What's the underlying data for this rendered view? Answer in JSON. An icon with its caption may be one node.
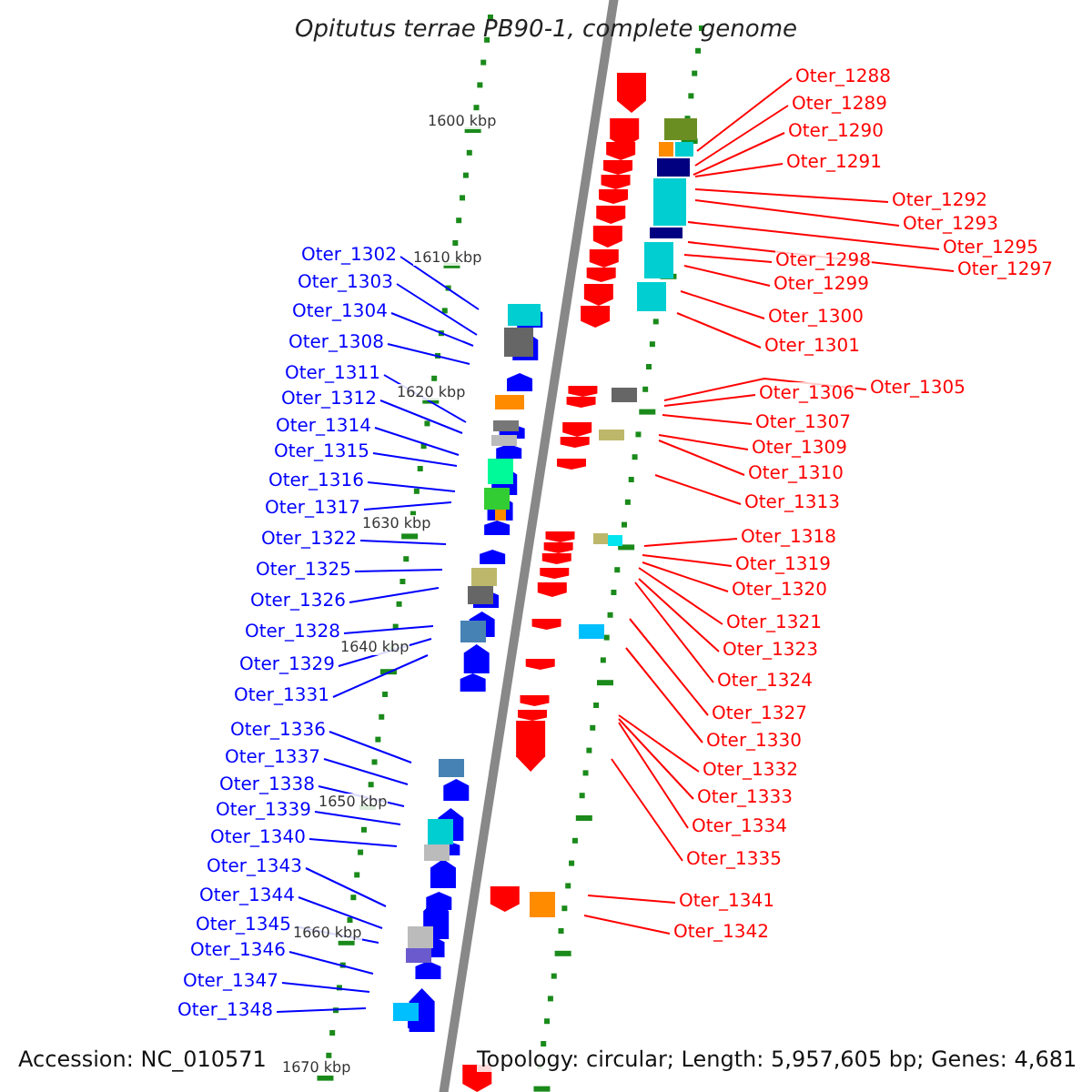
{
  "diagram": {
    "title": "Opitutus terrae PB90-1, complete genome",
    "nodes": [
      {
        "text": [
          "Oter_1288"
        ]
      },
      {
        "text": [
          "Oter_1289"
        ]
      },
      {
        "text": [
          "Oter_1290"
        ]
      },
      {
        "text": [
          "Oter_1291"
        ]
      },
      {
        "text": [
          "Oter_1292"
        ]
      },
      {
        "text": [
          "Oter_1293"
        ]
      },
      {
        "text": [
          "Oter_1295"
        ]
      },
      {
        "text": [
          "Oter_1297"
        ]
      },
      {
        "text": [
          "Oter_1298"
        ]
      },
      {
        "text": [
          "Oter_1299"
        ]
      },
      {
        "text": [
          "Oter_1300"
        ]
      },
      {
        "text": [
          "Oter_1301"
        ]
      },
      {
        "text": [
          "Oter_1305"
        ]
      },
      {
        "text": [
          "Oter_1306"
        ]
      },
      {
        "text": [
          "Oter_1307"
        ]
      },
      {
        "text": [
          "Oter_1309"
        ]
      },
      {
        "text": [
          "Oter_1310"
        ]
      },
      {
        "text": [
          "Oter_1313"
        ]
      },
      {
        "text": [
          "Oter_1318"
        ]
      },
      {
        "text": [
          "Oter_1319"
        ]
      },
      {
        "text": [
          "Oter_1320"
        ]
      },
      {
        "text": [
          "Oter_1321"
        ]
      },
      {
        "text": [
          "Oter_1323"
        ]
      },
      {
        "text": [
          "Oter_1324"
        ]
      },
      {
        "text": [
          "Oter_1327"
        ]
      },
      {
        "text": [
          "Oter_1330"
        ]
      },
      {
        "text": [
          "Oter_1332"
        ]
      },
      {
        "text": [
          "Oter_1333"
        ]
      },
      {
        "text": [
          "Oter_1334"
        ]
      },
      {
        "text": [
          "Oter_1335"
        ]
      },
      {
        "text": [
          "Oter_1341"
        ]
      },
      {
        "text": [
          "Oter_1342"
        ]
      },
      {
        "text": [
          "Oter_1302"
        ]
      },
      {
        "text": [
          "Oter_1303"
        ]
      },
      {
        "text": [
          "Oter_1304"
        ]
      },
      {
        "text": [
          "Oter_1308"
        ]
      },
      {
        "text": [
          "Oter_1311"
        ]
      },
      {
        "text": [
          "Oter_1312"
        ]
      },
      {
        "text": [
          "Oter_1314"
        ]
      },
      {
        "text": [
          "Oter_1315"
        ]
      },
      {
        "text": [
          "Oter_1316"
        ]
      },
      {
        "text": [
          "Oter_1317"
        ]
      },
      {
        "text": [
          "Oter_1322"
        ]
      },
      {
        "text": [
          "Oter_1325"
        ]
      },
      {
        "text": [
          "Oter_1326"
        ]
      },
      {
        "text": [
          "Oter_1328"
        ]
      },
      {
        "text": [
          "Oter_1329"
        ]
      },
      {
        "text": [
          "Oter_1331"
        ]
      },
      {
        "text": [
          "Oter_1336"
        ]
      },
      {
        "text": [
          "Oter_1337"
        ]
      },
      {
        "text": [
          "Oter_1338"
        ]
      },
      {
        "text": [
          "Oter_1339"
        ]
      },
      {
        "text": [
          "Oter_1340"
        ]
      },
      {
        "text": [
          "Oter_1343"
        ]
      },
      {
        "text": [
          "Oter_1344"
        ]
      },
      {
        "text": [
          "Oter_1345"
        ]
      },
      {
        "text": [
          "Oter_1346"
        ]
      },
      {
        "text": [
          "Oter_1347"
        ]
      },
      {
        "text": [
          "Oter_1348"
        ]
      }
    ],
    "edges": [
      {
        "from": 0,
        "to": null,
        "arrow": "none"
      },
      {
        "from": 1,
        "to": null,
        "arrow": "none"
      },
      {
        "from": 2,
        "to": null,
        "arrow": "none"
      },
      {
        "from": 3,
        "to": null,
        "arrow": "none"
      },
      {
        "from": 4,
        "to": null,
        "arrow": "none"
      },
      {
        "from": 5,
        "to": null,
        "arrow": "none"
      },
      {
        "from": 6,
        "to": null,
        "arrow": "none"
      },
      {
        "from": 7,
        "to": null,
        "arrow": "none"
      },
      {
        "from": 8,
        "to": null,
        "arrow": "none"
      },
      {
        "from": 9,
        "to": null,
        "arrow": "none"
      },
      {
        "from": 10,
        "to": null,
        "arrow": "none"
      },
      {
        "from": 11,
        "to": null,
        "arrow": "none"
      },
      {
        "from": 12,
        "to": null,
        "arrow": "none"
      },
      {
        "from": 13,
        "to": null,
        "arrow": "none"
      },
      {
        "from": 14,
        "to": null,
        "arrow": "none"
      },
      {
        "from": 15,
        "to": null,
        "arrow": "none"
      },
      {
        "from": 16,
        "to": null,
        "arrow": "none"
      },
      {
        "from": 17,
        "to": null,
        "arrow": "none"
      },
      {
        "from": 18,
        "to": null,
        "arrow": "none"
      },
      {
        "from": 19,
        "to": null,
        "arrow": "none"
      },
      {
        "from": 20,
        "to": null,
        "arrow": "none"
      },
      {
        "from": 21,
        "to": null,
        "arrow": "none"
      },
      {
        "from": 22,
        "to": null,
        "arrow": "none"
      },
      {
        "from": 23,
        "to": null,
        "arrow": "none"
      },
      {
        "from": 24,
        "to": null,
        "arrow": "none"
      },
      {
        "from": 25,
        "to": null,
        "arrow": "none"
      },
      {
        "from": 26,
        "to": null,
        "arrow": "none"
      },
      {
        "from": 27,
        "to": null,
        "arrow": "none"
      },
      {
        "from": 28,
        "to": null,
        "arrow": "none"
      },
      {
        "from": 29,
        "to": null,
        "arrow": "none"
      },
      {
        "from": 30,
        "to": null,
        "arrow": "none"
      },
      {
        "from": 31,
        "to": null,
        "arrow": "none"
      },
      {
        "from": 32,
        "to": null,
        "arrow": "none",
        "color": "#0000ff"
      },
      {
        "from": 33,
        "to": null,
        "arrow": "none",
        "color": "#0000ff"
      },
      {
        "from": 34,
        "to": null,
        "arrow": "none",
        "color": "#0000ff"
      },
      {
        "from": 35,
        "to": null,
        "arrow": "none",
        "color": "#0000ff"
      },
      {
        "from": 36,
        "to": null,
        "arrow": "none",
        "color": "#0000ff"
      },
      {
        "from": 37,
        "to": null,
        "arrow": "none",
        "color": "#0000ff"
      },
      {
        "from": 38,
        "to": null,
        "arrow": "none",
        "color": "#0000ff"
      },
      {
        "from": 39,
        "to": null,
        "arrow": "none",
        "color": "#0000ff"
      },
      {
        "from": 40,
        "to": null,
        "arrow": "none",
        "color": "#0000ff"
      },
      {
        "from": 41,
        "to": null,
        "arrow": "none",
        "color": "#0000ff"
      },
      {
        "from": 42,
        "to": null,
        "arrow": "none",
        "color": "#0000ff"
      },
      {
        "from": 43,
        "to": null,
        "arrow": "none",
        "color": "#0000ff"
      },
      {
        "from": 44,
        "to": null,
        "arrow": "none",
        "color": "#0000ff"
      },
      {
        "from": 45,
        "to": null,
        "arrow": "none",
        "color": "#0000ff"
      },
      {
        "from": 46,
        "to": null,
        "arrow": "none",
        "color": "#0000ff"
      },
      {
        "from": 47,
        "to": null,
        "arrow": "none",
        "color": "#0000ff"
      },
      {
        "from": 48,
        "to": null,
        "arrow": "none",
        "color": "#0000ff"
      },
      {
        "from": 49,
        "to": null,
        "arrow": "none",
        "color": "#0000ff"
      },
      {
        "from": 50,
        "to": null,
        "arrow": "none",
        "color": "#0000ff"
      },
      {
        "from": 51,
        "to": null,
        "arrow": "none",
        "color": "#0000ff"
      },
      {
        "from": 52,
        "to": null,
        "arrow": "none",
        "color": "#0000ff"
      },
      {
        "from": 53,
        "to": null,
        "arrow": "none",
        "color": "#0000ff"
      },
      {
        "from": 54,
        "to": null,
        "arrow": "none",
        "color": "#0000ff"
      },
      {
        "from": 55,
        "to": null,
        "arrow": "none",
        "color": "#0000ff"
      },
      {
        "from": 56,
        "to": null,
        "arrow": "none",
        "color": "#0000ff"
      },
      {
        "from": 57,
        "to": null,
        "arrow": "none",
        "color": "#0000ff"
      },
      {
        "from": 58,
        "to": null,
        "arrow": "none",
        "color": "#0000ff"
      }
    ],
    "labels": [
      "1600 kbp",
      "1610 kbp",
      "1620 kbp",
      "1630 kbp",
      "1640 kbp",
      "1650 kbp",
      "1660 kbp",
      "1670 kbp",
      "Accession: NC_010571",
      "Topology: circular; Length: 5,957,605 bp; Genes: 4,681"
    ]
  }
}
